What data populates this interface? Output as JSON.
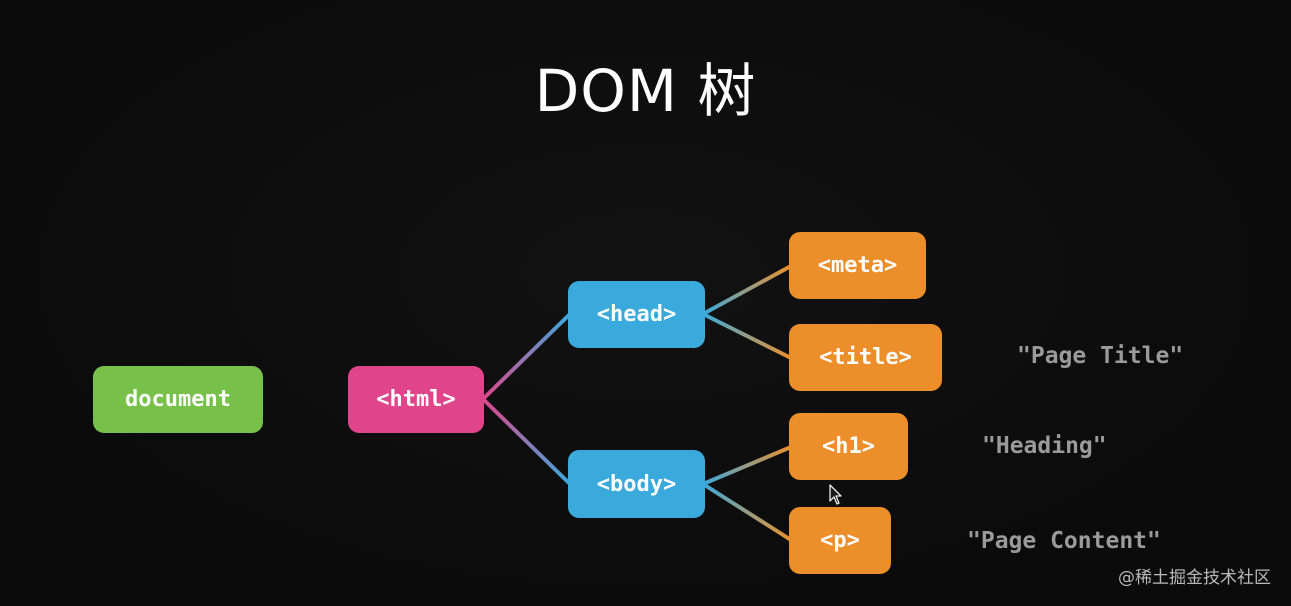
{
  "title": "DOM 树",
  "nodes": {
    "document": "document",
    "html": "<html>",
    "head": "<head>",
    "body": "<body>",
    "meta": "<meta>",
    "title_tag": "<title>",
    "h1": "<h1>",
    "p": "<p>"
  },
  "text_nodes": {
    "page_title": "\"Page Title\"",
    "heading": "\"Heading\"",
    "page_content": "\"Page Content\""
  },
  "watermark": "@稀土掘金技术社区",
  "colors": {
    "document": "#77c14a",
    "html": "#e0458b",
    "element": "#3aa9dc",
    "leaf_element": "#ec8f2b",
    "text_node": "#9a9a9a",
    "background": "#0b0b0b"
  }
}
